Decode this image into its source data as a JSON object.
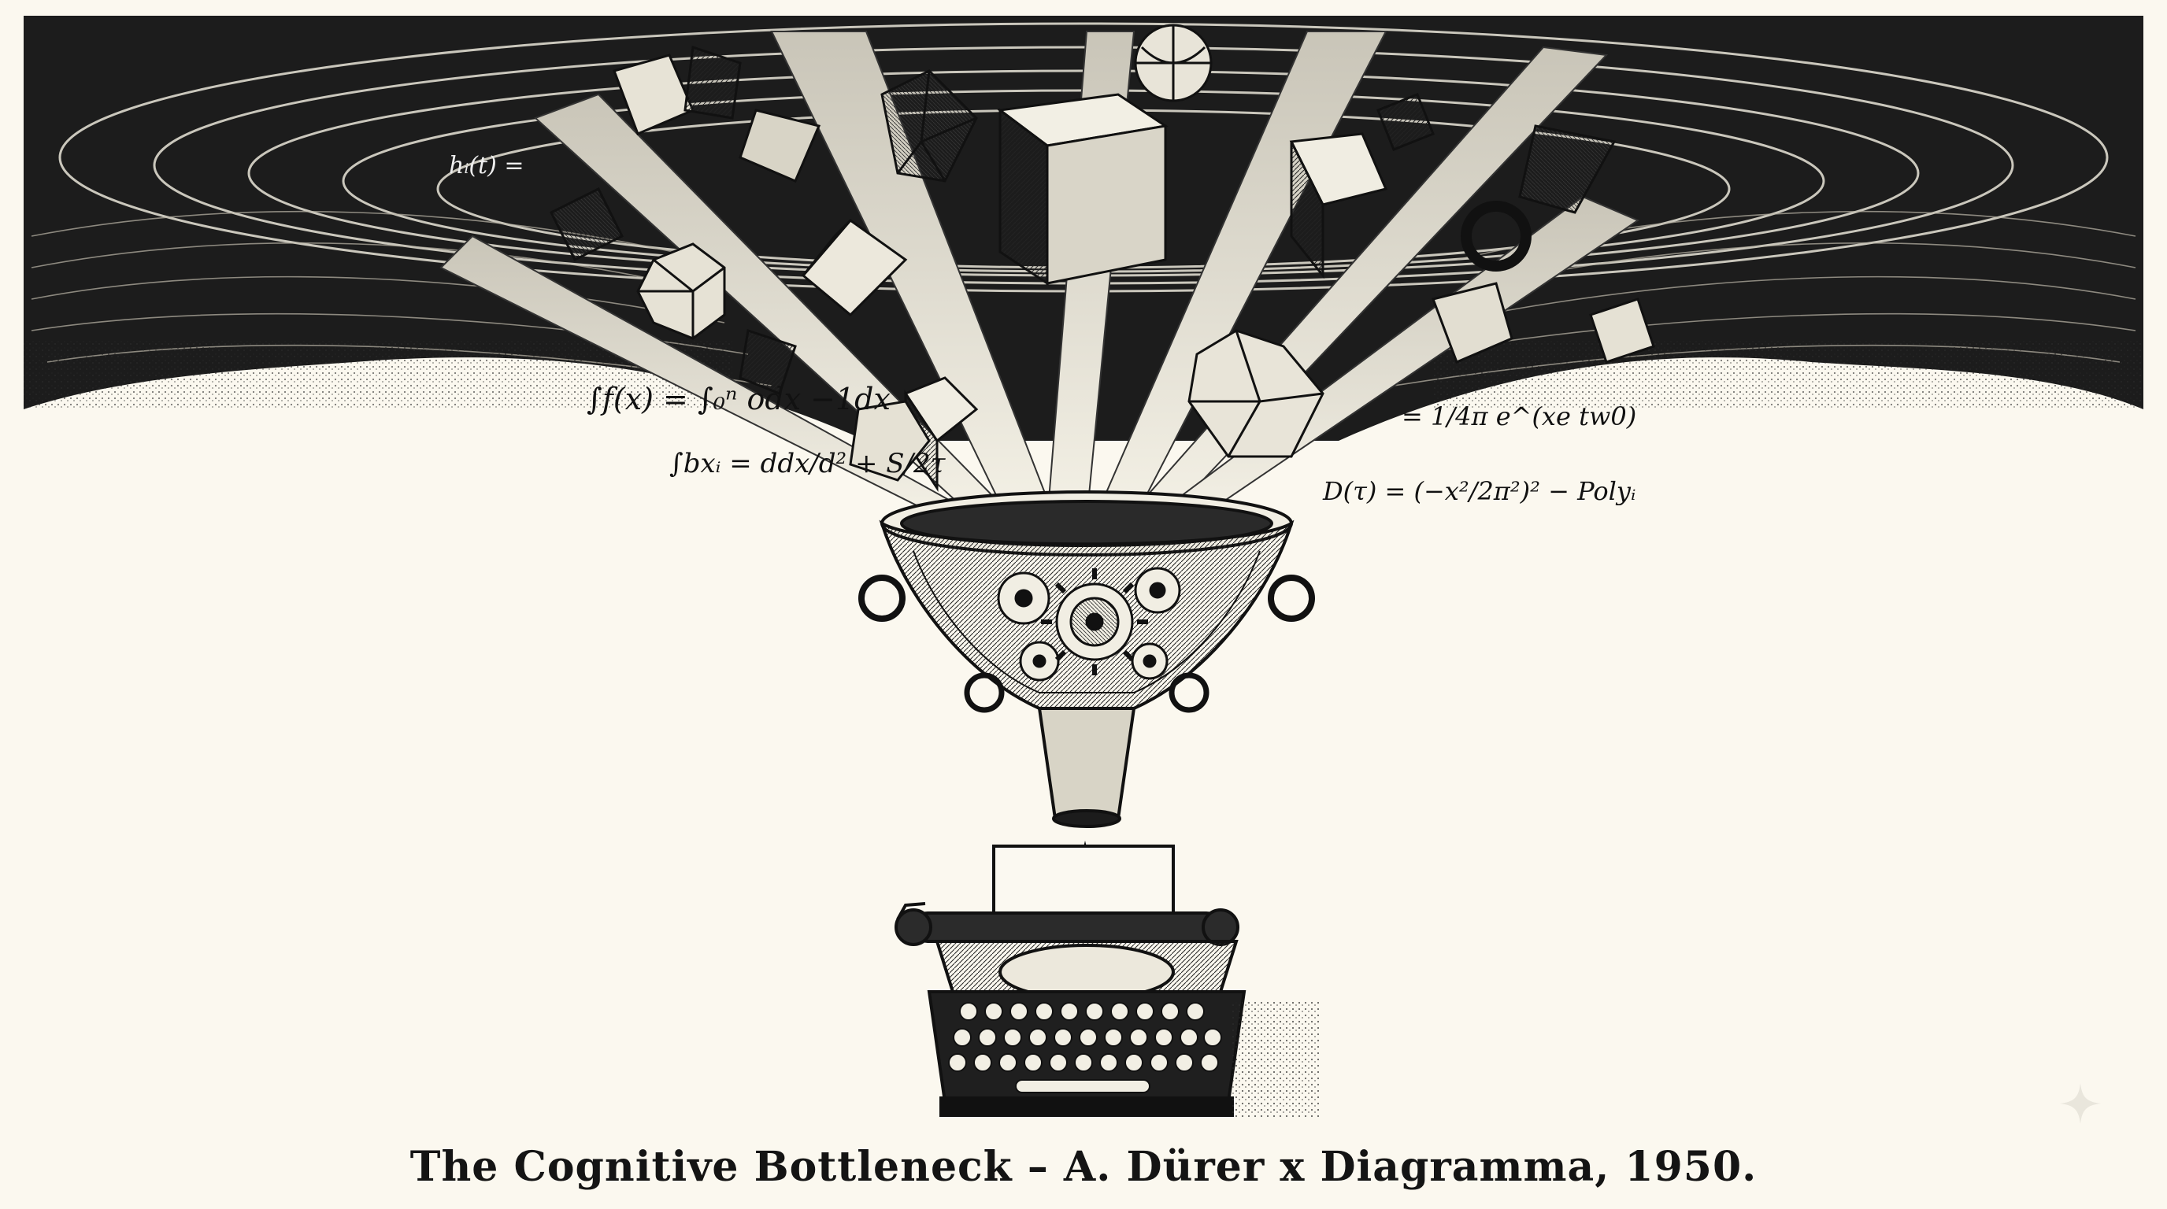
{
  "caption": "The Cognitive Bottleneck – A. Dürer x Diagramma, 1950.",
  "formulas": {
    "f1": "∫f(x) = ∫₀ⁿ odx −1dx",
    "f2": "∫bxᵢ = ddx/d² + S/2τ",
    "f3": "D(τ) = (−x²/2π²)² − Polyᵢ",
    "f4": "= 1/4π e^(xe tw0)",
    "f5": "hᵢ(t) ="
  },
  "colors": {
    "paper": "#fbf8ef",
    "ink": "#141414"
  },
  "icons": [
    "funnel",
    "gears",
    "typewriter",
    "ink-drop",
    "polyhedra",
    "light-rays",
    "vortex",
    "sparkle-icon"
  ]
}
